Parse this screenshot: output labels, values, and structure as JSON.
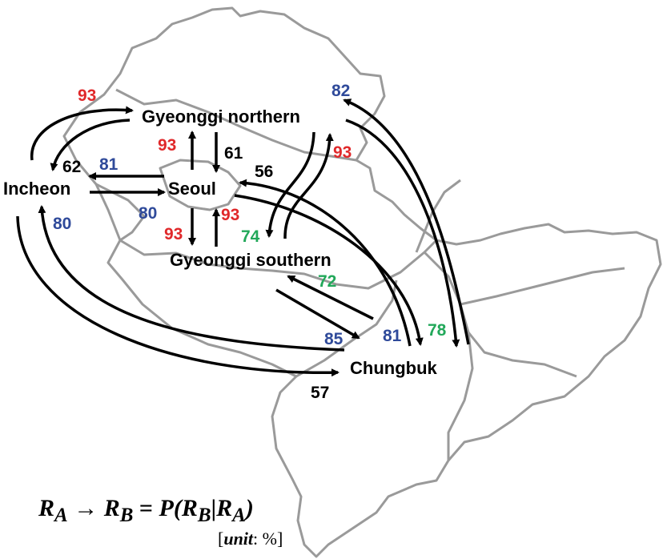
{
  "regions": {
    "gyeonggi_northern": "Gyeonggi northern",
    "incheon": "Incheon",
    "seoul": "Seoul",
    "gyeonggi_southern": "Gyeonggi southern",
    "chungbuk": "Chungbuk"
  },
  "colors": {
    "red": "#e0282a",
    "blue": "#2f4a9a",
    "green": "#22a85a",
    "black": "#000000",
    "border": "#9a9a9a"
  },
  "flows": [
    {
      "id": "incheon-to-gn",
      "from": "Incheon",
      "to": "Gyeonggi northern",
      "value": "93",
      "color": "red"
    },
    {
      "id": "gn-to-incheon",
      "from": "Gyeonggi northern",
      "to": "Incheon",
      "value": "62",
      "color": "black"
    },
    {
      "id": "seoul-to-incheon",
      "from": "Seoul",
      "to": "Incheon",
      "value": "81",
      "color": "blue"
    },
    {
      "id": "incheon-to-seoul",
      "from": "Incheon",
      "to": "Seoul",
      "value": "80",
      "color": "blue"
    },
    {
      "id": "seoul-to-gn",
      "from": "Seoul",
      "to": "Gyeonggi northern",
      "value": "93",
      "color": "red"
    },
    {
      "id": "gn-to-seoul",
      "from": "Gyeonggi northern",
      "to": "Seoul",
      "value": "61",
      "color": "black"
    },
    {
      "id": "chungbuk-to-seoul",
      "from": "Chungbuk",
      "to": "Seoul",
      "value": "56",
      "color": "black"
    },
    {
      "id": "gs-to-gn",
      "from": "Gyeonggi southern",
      "to": "Gyeonggi northern",
      "value": "93",
      "color": "red"
    },
    {
      "id": "chungbuk-to-gn",
      "from": "Chungbuk",
      "to": "Gyeonggi northern",
      "value": "82",
      "color": "blue"
    },
    {
      "id": "seoul-to-gs",
      "from": "Seoul",
      "to": "Gyeonggi southern",
      "value": "93",
      "color": "red"
    },
    {
      "id": "gs-to-seoul",
      "from": "Gyeonggi southern",
      "to": "Seoul",
      "value": "93",
      "color": "red"
    },
    {
      "id": "gn-to-gs",
      "from": "Gyeonggi northern",
      "to": "Gyeonggi southern",
      "value": "74",
      "color": "green"
    },
    {
      "id": "chungbuk-to-gs",
      "from": "Chungbuk",
      "to": "Gyeonggi southern",
      "value": "72",
      "color": "green"
    },
    {
      "id": "chungbuk-to-incheon",
      "from": "Chungbuk",
      "to": "Incheon",
      "value": "80",
      "color": "blue"
    },
    {
      "id": "incheon-to-chungbuk",
      "from": "Incheon",
      "to": "Chungbuk",
      "value": "57",
      "color": "black"
    },
    {
      "id": "gs-to-chungbuk",
      "from": "Gyeonggi southern",
      "to": "Chungbuk",
      "value": "85",
      "color": "blue"
    },
    {
      "id": "seoul-to-chungbuk",
      "from": "Seoul",
      "to": "Chungbuk",
      "value": "81",
      "color": "blue"
    },
    {
      "id": "gn-to-chungbuk",
      "from": "Gyeonggi northern",
      "to": "Chungbuk",
      "value": "78",
      "color": "green"
    }
  ],
  "formula": {
    "ra": "R",
    "ra_sub": "A",
    "arrow": "→",
    "rb": "R",
    "rb_sub": "B",
    "equals": "=",
    "p": "P(",
    "rb2": "R",
    "rb2_sub": "B",
    "bar": "|",
    "ra2": "R",
    "ra2_sub": "A",
    "close": ")"
  },
  "unit": {
    "open": "[",
    "word": "unit",
    "sep": ": %",
    "close": "]"
  }
}
